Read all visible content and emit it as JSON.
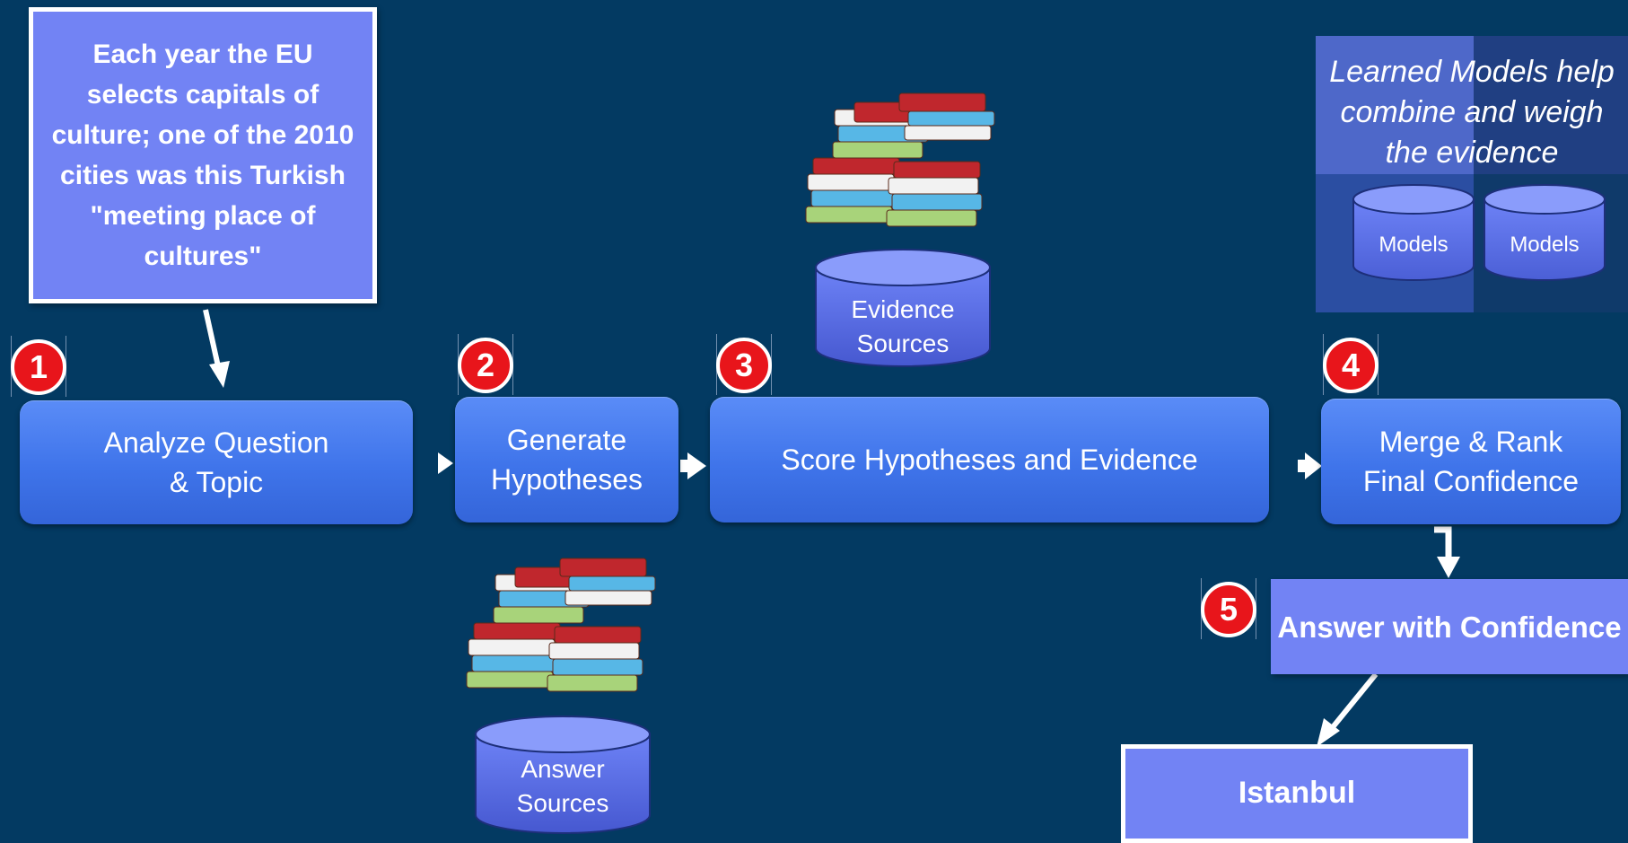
{
  "question": {
    "text": "Each year the EU selects capitals of culture; one of the 2010 cities was this Turkish \"meeting place of cultures\""
  },
  "stages": [
    {
      "number": "1",
      "label": "Analyze Question\n& Topic"
    },
    {
      "number": "2",
      "label": "Generate\nHypotheses"
    },
    {
      "number": "3",
      "label": "Score Hypotheses and Evidence"
    },
    {
      "number": "4",
      "label": "Merge & Rank\nFinal Confidence"
    },
    {
      "number": "5",
      "label": "Answer with Confidence"
    }
  ],
  "evidence_sources": {
    "label": "Evidence Sources"
  },
  "answer_sources": {
    "label": "Answer Sources"
  },
  "learned_models": {
    "caption": "Learned Models help combine and weigh the evidence",
    "models": [
      "Models",
      "Models"
    ]
  },
  "final_answer": {
    "text": "Istanbul"
  },
  "colors": {
    "background": "#033a62",
    "stage_blue": "#4479ec",
    "box_periwinkle": "#7283f4",
    "badge_red": "#e8151b"
  }
}
